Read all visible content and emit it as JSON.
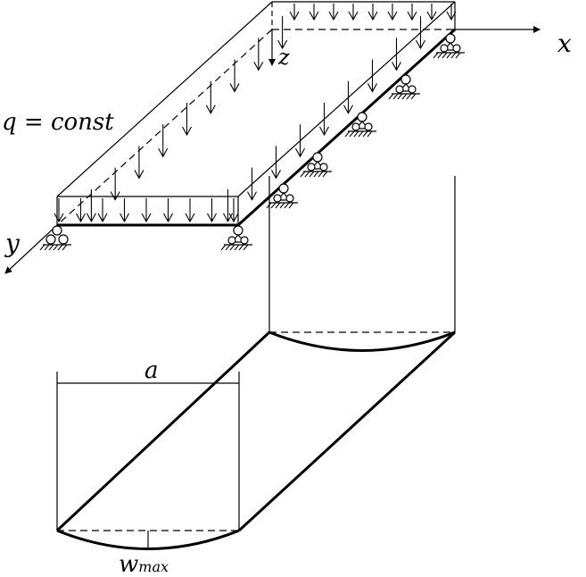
{
  "labels": {
    "x_axis": "x",
    "y_axis": "y",
    "z_axis": "z",
    "load": "q = const",
    "width": "a",
    "deflection_main": "w",
    "deflection_sub": "max"
  },
  "colors": {
    "stroke": "#000000",
    "background": "#ffffff"
  }
}
